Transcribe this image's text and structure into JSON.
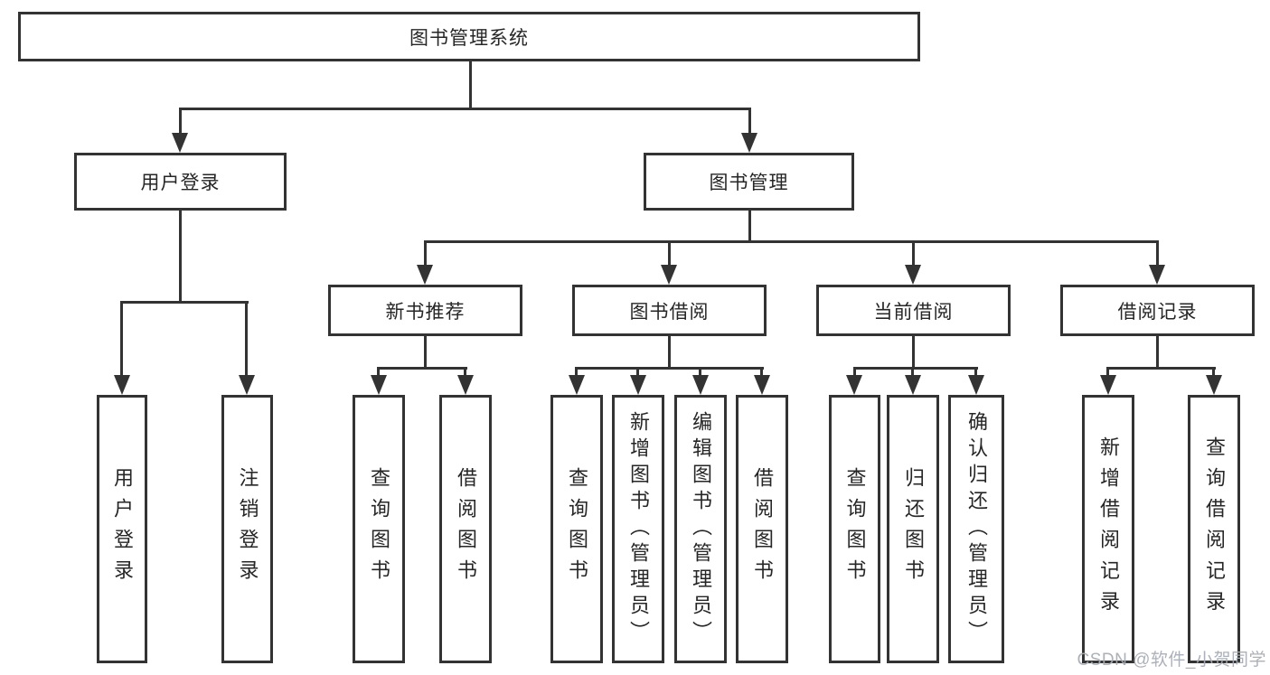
{
  "tree": {
    "root": {
      "label": "图书管理系统"
    },
    "level2": [
      {
        "label": "用户登录",
        "leaves": [
          "用户登录",
          "注销登录"
        ]
      },
      {
        "label": "图书管理",
        "groups": [
          {
            "label": "新书推荐",
            "leaves": [
              "查询图书",
              "借阅图书"
            ]
          },
          {
            "label": "图书借阅",
            "leaves": [
              "查询图书",
              "新增图书（管理员）",
              "编辑图书（管理员）",
              "借阅图书"
            ]
          },
          {
            "label": "当前借阅",
            "leaves": [
              "查询图书",
              "归还图书",
              "确认归还（管理员）"
            ]
          },
          {
            "label": "借阅记录",
            "leaves": [
              "新增借阅记录",
              "查询借阅记录"
            ]
          }
        ]
      }
    ]
  },
  "watermark": {
    "text": "CSDN @软件_小贺同学"
  },
  "colors": {
    "line": "#333333",
    "box_border": "#333333",
    "text": "#262626",
    "background": "#ffffff",
    "watermark": "#a8adb5"
  }
}
